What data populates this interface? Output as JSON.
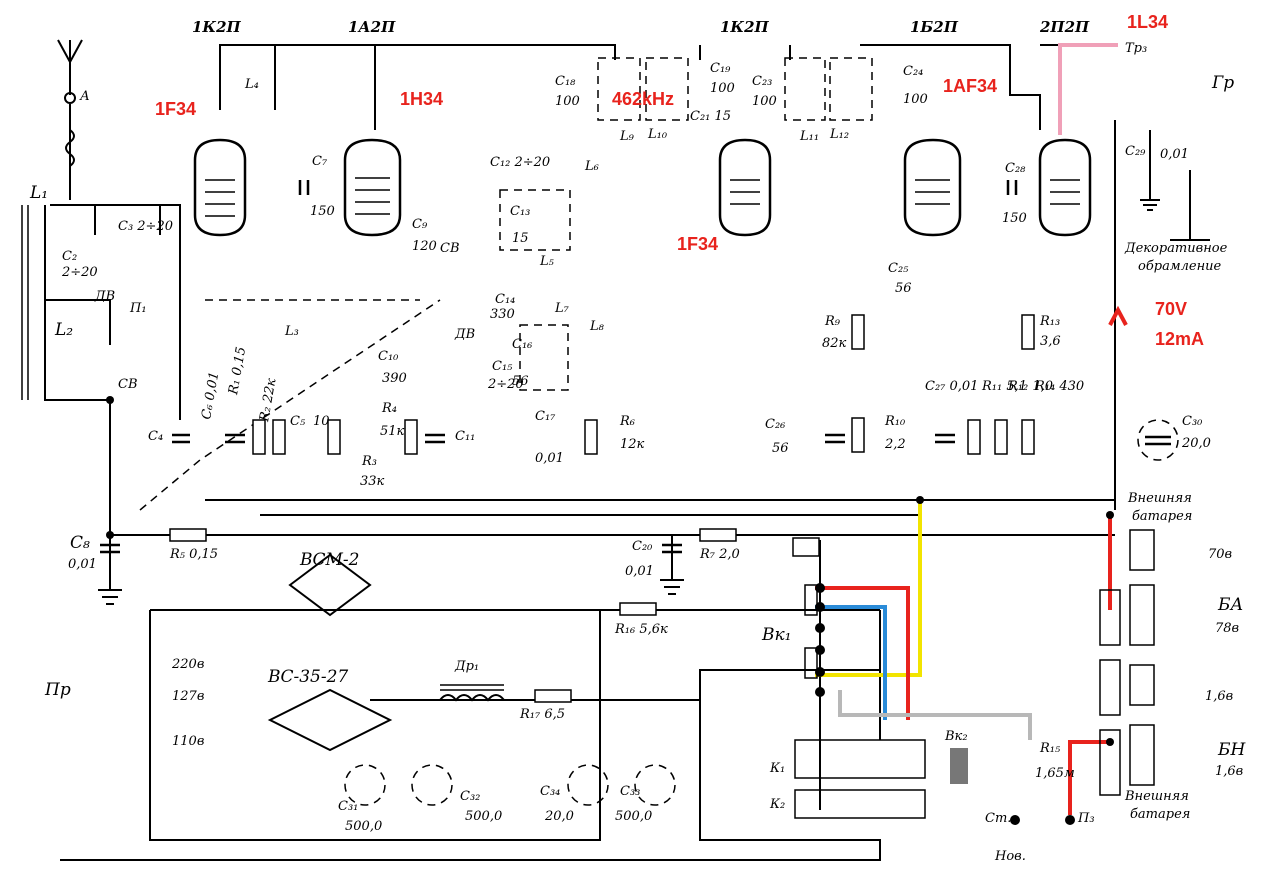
{
  "tubes": {
    "t1": "1К2П",
    "t2": "1А2П",
    "t3": "1К2П",
    "t4": "1Б2П",
    "t5": "2П2П"
  },
  "annotations": {
    "a1": "1F34",
    "a2": "1H34",
    "a3": "462kHz",
    "a4": "1F34",
    "a5": "1AF34",
    "a6": "1L34",
    "a7": "70V",
    "a8": "12mA"
  },
  "components": {
    "L1": "L₁",
    "L2": "L₂",
    "L3": "L₃",
    "L4": "L₄",
    "L5": "L₅",
    "L6": "L₆",
    "L7": "L₇",
    "L8": "L₈",
    "L9": "L₉",
    "L10": "L₁₀",
    "L11": "L₁₁",
    "L12": "L₁₂",
    "C2": "C₂",
    "C2v": "2÷20",
    "C3": "C₃ 2÷20",
    "C4": "C₄",
    "C5": "C₅",
    "C5v": "10",
    "C6": "C₆ 0,01",
    "C7": "C₇",
    "C7v": "150",
    "C8": "C₈",
    "C8v": "0,01",
    "C9": "C₉",
    "C9v": "120",
    "C10": "C₁₀",
    "C10v": "390",
    "C11": "C₁₁",
    "C12": "C₁₂ 2÷20",
    "C13": "C₁₃",
    "C13v": "15",
    "C14": "C₁₄",
    "C14v": "330",
    "C15": "C₁₅",
    "C15v": "2÷20",
    "C16": "C₁₆",
    "C16v": "56",
    "C17": "C₁₇",
    "C17v": "0,01",
    "C18": "C₁₈",
    "C18v": "100",
    "C19": "C₁₉",
    "C19v": "100",
    "C20": "C₂₀",
    "C20v": "0,01",
    "C21": "C₂₁ 15",
    "C23": "C₂₃",
    "C23v": "100",
    "C24": "C₂₄",
    "C24v": "100",
    "C25": "C₂₅",
    "C25v": "56",
    "C26": "C₂₆",
    "C26v": "56",
    "C27": "C₂₇ 0,01",
    "C28": "C₂₈",
    "C28v": "150",
    "C29": "C₂₉",
    "C29v": "0,01",
    "C30": "C₃₀",
    "C30v": "20,0",
    "C31": "C₃₁",
    "C31v": "500,0",
    "C32": "C₃₂",
    "C32v": "500,0",
    "C33": "C₃₃",
    "C33v": "500,0",
    "C34": "C₃₄",
    "C34v": "20,0",
    "R1": "R₁ 0,15",
    "R2": "R₂ 22к",
    "R3": "R₃",
    "R3v": "33к",
    "R4": "R₄",
    "R4v": "51к",
    "R5": "R₅ 0,15",
    "R6": "R₆",
    "R6v": "12к",
    "R7": "R₇ 2,0",
    "R9": "R₉",
    "R9v": "82к",
    "R10": "R₁₀",
    "R10v": "2,2",
    "R11": "R₁₁ 5,1",
    "R12": "R₁₂ 1,0",
    "R13": "R₁₃",
    "R13v": "3,6",
    "R14": "R₁₄ 430",
    "R15": "R₁₅",
    "R15v": "1,65м",
    "R16": "R₁₆ 5,6к",
    "R17": "R₁₇ 6,5",
    "A": "А",
    "P1": "П₁",
    "P3": "П₃",
    "DV": "ДВ",
    "SV": "СВ",
    "Tr3": "Тр₃",
    "Gr": "Гр",
    "VSM": "ВСМ-2",
    "VS": "ВС-35-27",
    "Dr": "Др₁",
    "Pr": "Пр",
    "K1": "К₁",
    "K2": "К₂",
    "Vk1": "Вк₁",
    "Vk2": "Вк₂",
    "St": "Ст.",
    "Nov": "Нов."
  },
  "taps": {
    "v220": "220в",
    "v127": "127в",
    "v110": "110в"
  },
  "labels": {
    "decor1": "Декоративное",
    "decor2": "обрамление",
    "ext1a": "Внешняя",
    "ext1b": "батарея",
    "ext2a": "Внешняя",
    "ext2b": "батарея",
    "b70": "70в",
    "BA": "БА",
    "BA2": "78в",
    "b16": "1,6в",
    "BN": "БН",
    "BN2": "1,6в"
  },
  "colors": {
    "annotation": "#e8231d",
    "red_wire": "#e8231d",
    "yellow_wire": "#f2e400",
    "blue_wire": "#2a8bd8",
    "grey_wire": "#b8b8b8",
    "pink_wire": "#f0a0b8"
  }
}
